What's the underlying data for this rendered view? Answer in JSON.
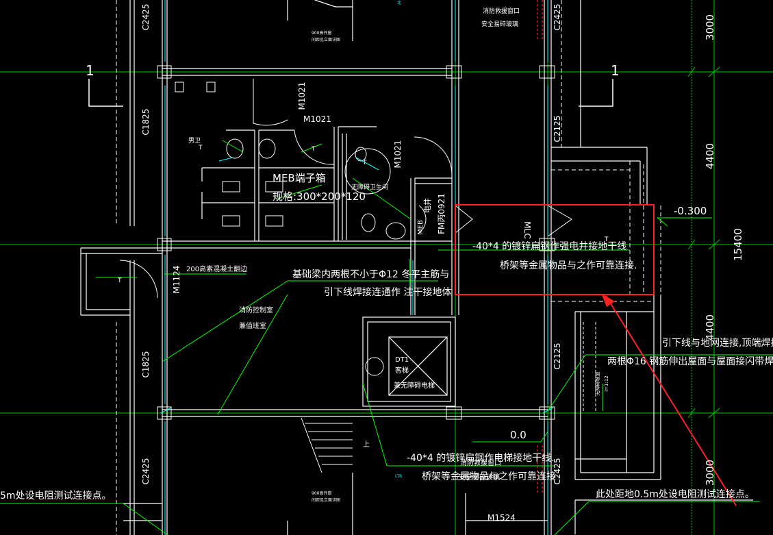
{
  "grid_labels": {
    "axis_1_left": "1",
    "axis_1_right": "1"
  },
  "dimensions": {
    "d3000_top": "3000",
    "d4400": "4400",
    "d15400": "15400",
    "d4400_low": "4400",
    "d3000_bottom": "3000",
    "level_minus": "-0.300",
    "level_zero": "0.0"
  },
  "windows": {
    "c2425_tl": "C2425",
    "c2425_tr": "C2425",
    "c1825_l": "C1825",
    "c2125_r": "C2125",
    "c1825_l2": "C1825",
    "c2125_r2": "C2125",
    "c2425_bl": "C2425",
    "c2425_br": "C2425"
  },
  "doors": {
    "m1021_a": "M1021",
    "m1021_b": "M1021",
    "m1021_c": "M1021",
    "m1124": "M1124",
    "fm0921": "FM丙0921",
    "m1524": "M1524",
    "mlc": "MLC"
  },
  "rooms": {
    "male_wc": "男卫",
    "accessible_wc": "无障碍卫生间",
    "elec_well": "电井",
    "fire_control": "消防控制室",
    "fire_control_2": "兼值班室",
    "dt1": "DT1",
    "dt1_2": "客梯",
    "dt1_3": "兼无障碍电梯",
    "fire_window": "消防救援窗口",
    "fire_window_2": "安全易碎玻璃",
    "tiny_note_1a": "900高外窗",
    "tiny_note_1b": "间距见立面详图",
    "tiny_note_2a": "900高外窗",
    "tiny_note_2b": "间距见立面详图",
    "ramp": "无障碍坡道",
    "ramp_slope": "i=1:12",
    "up": "上",
    "north": "北",
    "beam": "200高素混凝土翻边",
    "meb": "MEB",
    "ltr_mark": "LTR"
  },
  "annotations": {
    "meb_box": "MEB端子箱",
    "meb_spec": "规格:300*200*120",
    "foundation_1": "基础梁内两根不小于Φ12 冬平主筋与",
    "foundation_2": "引下线焊接连通作 注干接地体",
    "strong_well_1": "-40*4 的镀锌扁钢作强电井接地干线",
    "strong_well_2": "桥架等金属物品与之作可靠连接.",
    "elevator_1": "-40*4 的镀锌扁钢作电梯接地干线.",
    "elevator_2": "桥架等金属物品与之作可靠连接",
    "down_conductor_1": "引下线与地网连接,顶端焊接",
    "down_conductor_2": "两根Φ16 钢筋伸出屋面与屋面接闪带焊连",
    "test_point_right": "此处距地0.5m处设电阻测试连接点。",
    "test_point_left": "5m处设电阻测试连接点。",
    "overlap_1": "消防救援窗口",
    "overlap_2": "安全易碎玻璃"
  },
  "colors": {
    "background": "#000000",
    "wall": "#ffffff",
    "grid": "#00ff00",
    "cyan": "#00ffff",
    "leader": "#00ff00",
    "highlight": "#ff2020",
    "text": "#ffffff"
  }
}
